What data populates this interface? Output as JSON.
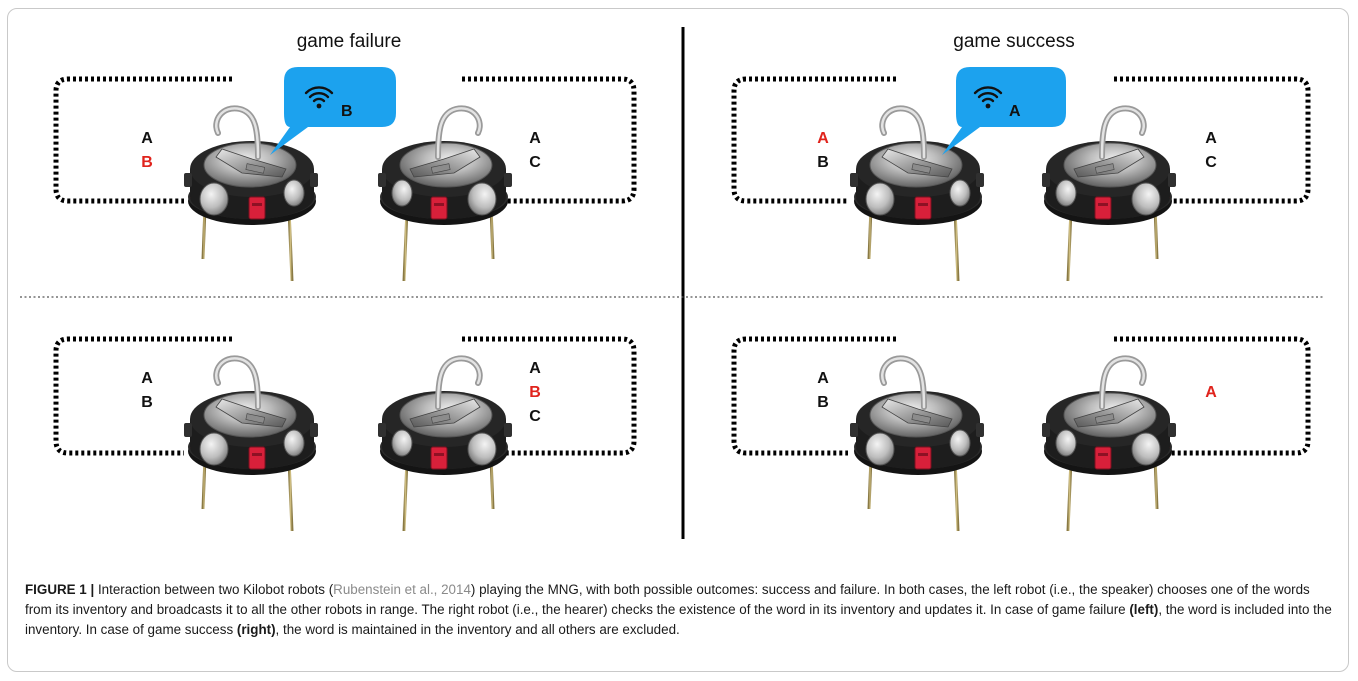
{
  "figure": {
    "headers": {
      "left": "game failure",
      "right": "game success"
    },
    "panels": {
      "failure_before": {
        "speaker_words": [
          {
            "w": "A",
            "hl": false
          },
          {
            "w": "B",
            "hl": true
          }
        ],
        "hearer_words": [
          {
            "w": "A",
            "hl": false
          },
          {
            "w": "C",
            "hl": false
          }
        ],
        "broadcast_word": "B"
      },
      "success_before": {
        "speaker_words": [
          {
            "w": "A",
            "hl": true
          },
          {
            "w": "B",
            "hl": false
          }
        ],
        "hearer_words": [
          {
            "w": "A",
            "hl": false
          },
          {
            "w": "C",
            "hl": false
          }
        ],
        "broadcast_word": "A"
      },
      "failure_after": {
        "speaker_words": [
          {
            "w": "A",
            "hl": false
          },
          {
            "w": "B",
            "hl": false
          }
        ],
        "hearer_words": [
          {
            "w": "A",
            "hl": false
          },
          {
            "w": "B",
            "hl": true
          },
          {
            "w": "C",
            "hl": false
          }
        ]
      },
      "success_after": {
        "speaker_words": [
          {
            "w": "A",
            "hl": false
          },
          {
            "w": "B",
            "hl": false
          }
        ],
        "hearer_words": [
          {
            "w": "A",
            "hl": true
          }
        ]
      }
    },
    "colors": {
      "highlight": "#e0231c",
      "bubble": "#1ca2ee",
      "text": "#111111"
    },
    "icons": {
      "broadcast": "wifi-icon"
    }
  },
  "caption": {
    "label": "FIGURE 1 |",
    "text_1": " Interaction between two Kilobot robots (",
    "citation": "Rubenstein et al., 2014",
    "text_2": ") playing the MNG, with both possible outcomes: success and failure. In both cases, the left robot (i.e., the speaker) chooses one of the words from its inventory and broadcasts it to all the other robots in range. The right robot (i.e., the hearer) checks the existence of the word in its inventory and updates it. In case of game failure ",
    "bold_1": "(left)",
    "text_3": ", the word is included into the inventory. In case of game success ",
    "bold_2": "(right)",
    "text_4": ", the word is maintained in the inventory and all others are excluded."
  }
}
